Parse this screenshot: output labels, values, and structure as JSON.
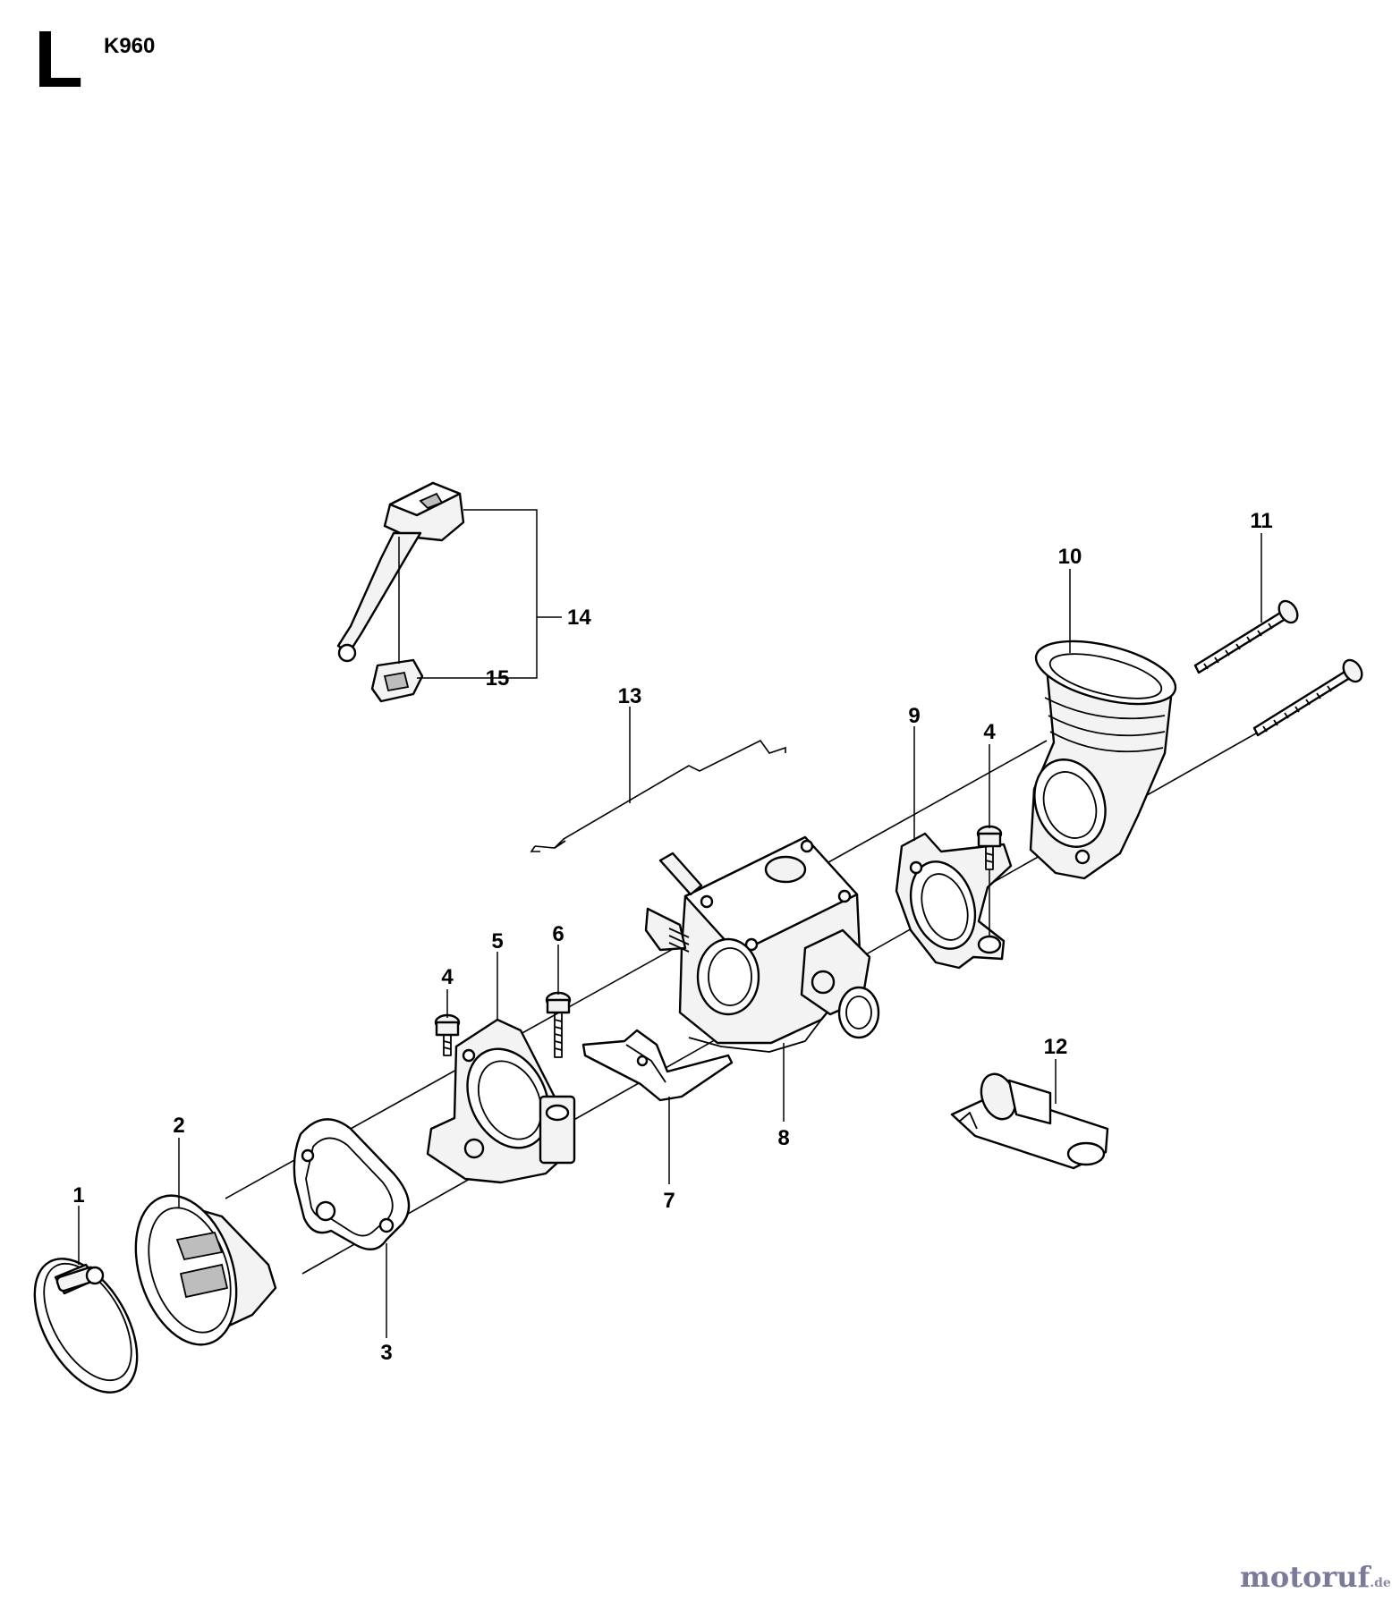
{
  "header": {
    "section_letter": "L",
    "model": "K960"
  },
  "callouts": {
    "c1": "1",
    "c2": "2",
    "c3": "3",
    "c4a": "4",
    "c4b": "4",
    "c5": "5",
    "c6": "6",
    "c7": "7",
    "c8": "8",
    "c9": "9",
    "c10": "10",
    "c11": "11",
    "c12": "12",
    "c13": "13",
    "c14": "14",
    "c15": "15"
  },
  "watermark": {
    "brand": "motoruf",
    "suffix": ".de"
  }
}
